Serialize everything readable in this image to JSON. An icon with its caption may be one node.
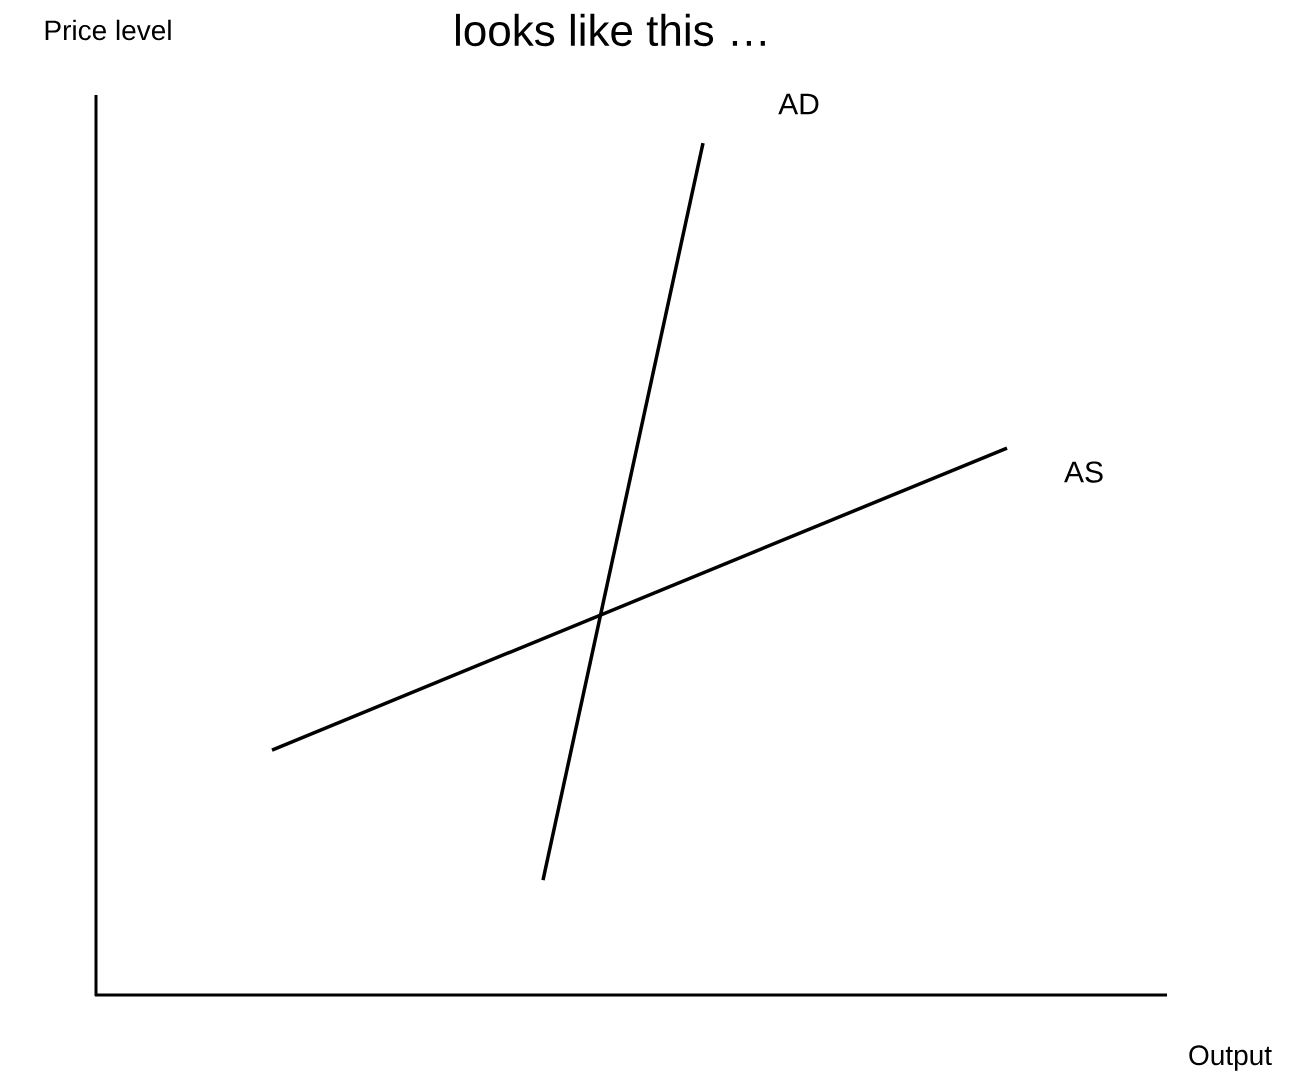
{
  "diagram": {
    "title": "looks like this …",
    "labels": [
      "Price level",
      "AD",
      "AS",
      "Output"
    ]
  }
}
